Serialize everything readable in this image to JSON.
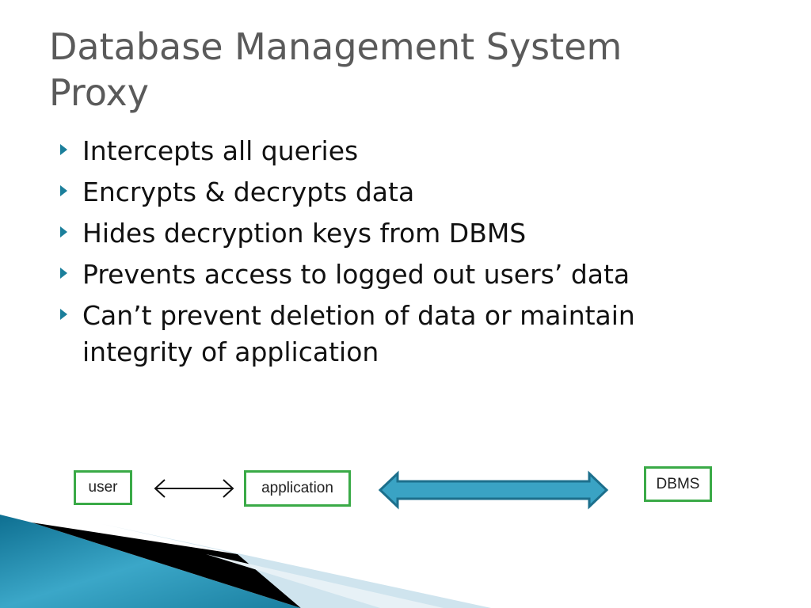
{
  "slide": {
    "title_line1": "Database Management System",
    "title_line2": "Proxy",
    "bullets": [
      "Intercepts all queries",
      "Encrypts & decrypts data",
      "Hides decryption keys from DBMS",
      "Prevents access to logged out users’ data",
      "Can’t prevent deletion of data or maintain integrity of application"
    ],
    "diagram": {
      "user": "user",
      "application": "application",
      "dbms": "DBMS"
    }
  },
  "colors": {
    "title": "#5a5a5a",
    "bullet_marker": "#1b7f9b",
    "box_border": "#3aaa47",
    "big_arrow_fill": "#3aa3c4",
    "big_arrow_stroke": "#1c6f8c"
  }
}
